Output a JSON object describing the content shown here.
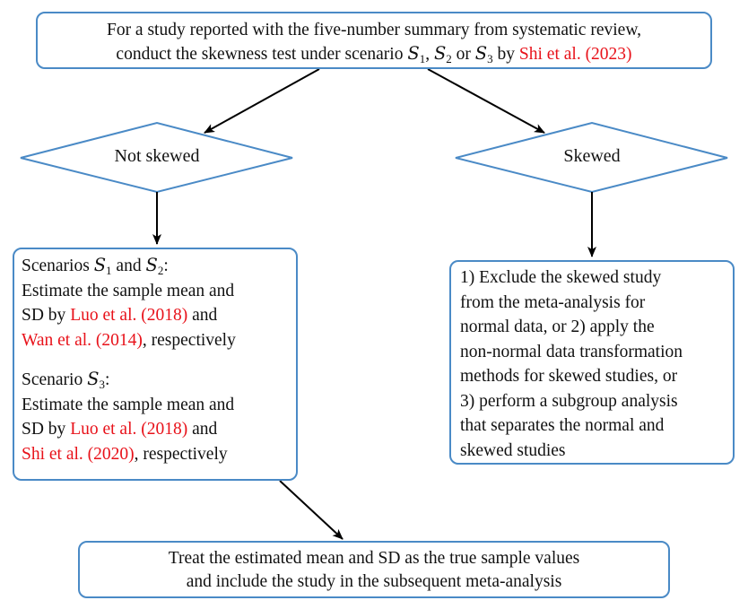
{
  "top_box": {
    "line1": "For a study reported with the five-number summary from systematic review,",
    "line2_pre": "conduct the skewness test under scenario ",
    "s": "S",
    "sub1": "1",
    "sep1": ", ",
    "sub2": "2",
    "or": " or ",
    "sub3": "3",
    "by": " by ",
    "cite": "Shi et al. (2023)"
  },
  "left_diamond": {
    "label": "Not skewed"
  },
  "right_diamond": {
    "label": "Skewed"
  },
  "left_box": {
    "scen12_pre": "Scenarios ",
    "s": "S",
    "sub1": "1",
    "and": " and ",
    "sub2": "2",
    "colon": ":",
    "line2": "Estimate the sample mean and",
    "line3_pre": "SD by ",
    "cite_luo": "Luo et al. (2018)",
    "line3_post": " and",
    "cite_wan": "Wan et al. (2014)",
    "line4_post": ", respectively",
    "scen3_pre": "Scenario ",
    "sub3": "3",
    "line6": "Estimate the sample mean and",
    "line7_pre": "SD by ",
    "cite_luo2": "Luo et al. (2018)",
    "line7_post": " and",
    "cite_shi": "Shi et al. (2020)",
    "line8_post": ", respectively"
  },
  "right_box": {
    "lines": [
      "1) Exclude the skewed study",
      "from the meta-analysis for",
      "normal data, or 2) apply the",
      "non-normal data transformation",
      "methods for skewed studies, or",
      "3) perform a subgroup analysis",
      "that separates the normal and",
      "skewed studies"
    ]
  },
  "bottom_box": {
    "line1": "Treat the estimated mean and SD as the true sample values",
    "line2": "and include the study in the subsequent meta-analysis"
  },
  "colors": {
    "border": "#4a8ac6",
    "citation": "#e8121a",
    "arrow": "#000000"
  }
}
